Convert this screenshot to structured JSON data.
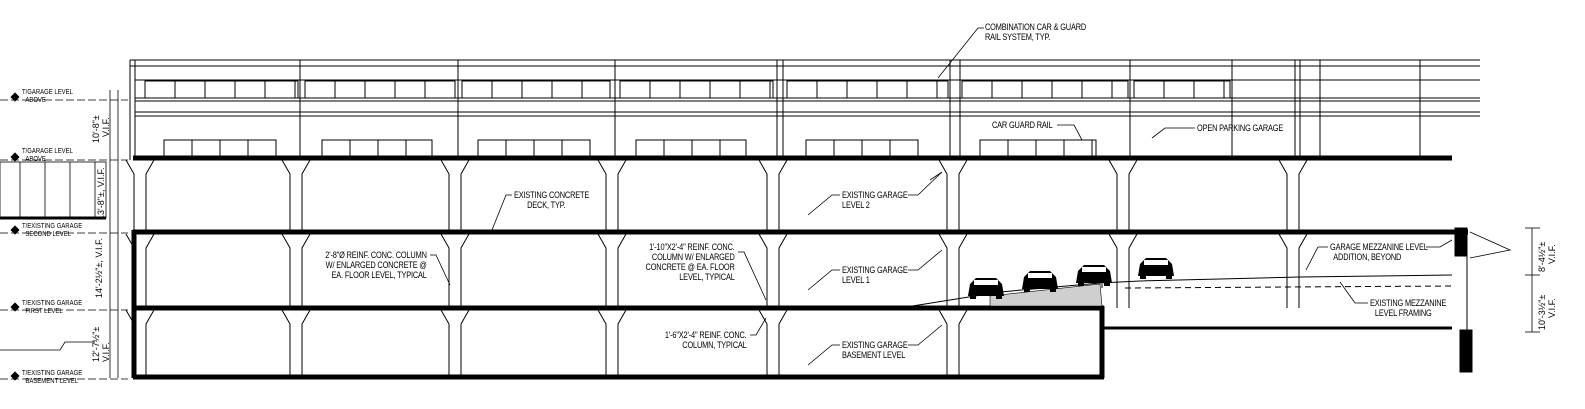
{
  "levels": [
    {
      "id": "garage-above-upper",
      "lines": [
        "T/GARAGE LEVEL",
        "ABOVE"
      ]
    },
    {
      "id": "garage-above-lower",
      "lines": [
        "T/GARAGE LEVEL",
        "ABOVE"
      ]
    },
    {
      "id": "second-level",
      "lines": [
        "T/EXISTING GARAGE",
        "SECOND LEVEL"
      ]
    },
    {
      "id": "first-level",
      "lines": [
        "T/EXISTING GARAGE",
        "FIRST LEVEL"
      ]
    },
    {
      "id": "basement-level",
      "lines": [
        "T/EXISTING GARAGE",
        "BASEMENT LEVEL"
      ]
    }
  ],
  "dimensions": {
    "left_top": "10'-8\"±",
    "left_top_vif": "V.I.F.",
    "left_second": "13'-8\"±, V.I.F.",
    "left_first": "14'-2½\"±, V.I.F.",
    "left_basement": "12'-7½\"±",
    "left_basement_vif": "V.I.F.",
    "right_mezz": "8'-4½\"±",
    "right_mezz_vif": "V.I.F.",
    "right_lower": "10'-3½\"±",
    "right_lower_vif": "V.I.F."
  },
  "annotations": {
    "guard_rail_system": [
      "COMBINATION CAR & GUARD",
      "RAIL SYSTEM, TYP."
    ],
    "car_guard_rail": [
      "CAR GUARD RAIL"
    ],
    "open_parking": [
      "OPEN PARKING GARAGE"
    ],
    "concrete_deck": [
      "EXISTING CONCRETE",
      "DECK, TYP."
    ],
    "garage_level_2": [
      "EXISTING GARAGE",
      "LEVEL 2"
    ],
    "garage_level_1": [
      "EXISTING GARAGE",
      "LEVEL 1"
    ],
    "garage_basement": [
      "EXISTING GARAGE",
      "BASEMENT LEVEL"
    ],
    "column_28": [
      "2'-8\"Ø REINF. CONC. COLUMN",
      "W/ ENLARGED CONCRETE @",
      "EA. FLOOR LEVEL, TYPICAL"
    ],
    "column_110": [
      "1'-10\"x2'-4\" REINF. CONC.",
      "COLUMN W/ ENLARGED",
      "CONCRETE @ EA. FLOOR",
      "LEVEL, TYPICAL"
    ],
    "column_16": [
      "1'-6\"x2'-4\" REINF. CONC.",
      "COLUMN, TYPICAL"
    ],
    "mezzanine_addition": [
      "GARAGE MEZZANINE LEVEL",
      "ADDITION, BEYOND"
    ],
    "mezzanine_framing": [
      "EXISTING MEZZANINE",
      "LEVEL FRAMING"
    ]
  }
}
